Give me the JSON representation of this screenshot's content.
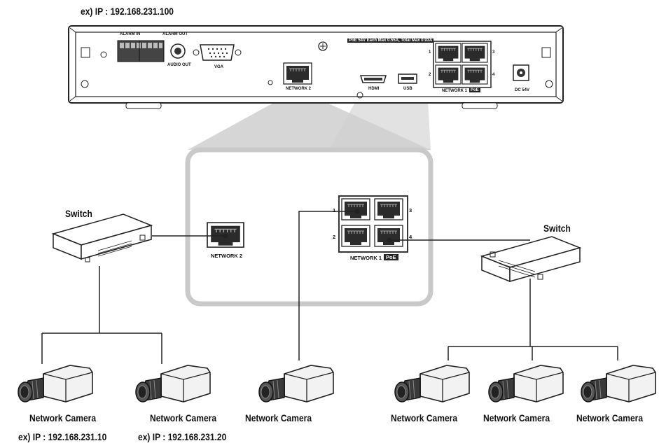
{
  "nvr": {
    "ip_label": "ex) IP : 192.168.231.100",
    "alarm_in_label": "ALARM IN",
    "alarm_out_label": "ALARM OUT",
    "audio_out_label": "AUDIO OUT",
    "vga_label": "VGA",
    "network2_label": "NETWORK 2",
    "hdmi_label": "HDMI",
    "usb_label": "USB",
    "poe_spec_label": "PoE 54V Each Max 0.55A, Total Max 0.93A",
    "network1_label": "NETWORK 1",
    "poe_badge": "PoE",
    "dc_label": "DC 54V",
    "port_numbers": [
      "1",
      "2",
      "3",
      "4"
    ]
  },
  "zoom": {
    "network2_label": "NETWORK 2",
    "network1_label": "NETWORK 1",
    "poe_badge": "PoE",
    "port_numbers": [
      "1",
      "2",
      "3",
      "4"
    ]
  },
  "switches": [
    {
      "label": "Switch"
    },
    {
      "label": "Switch"
    }
  ],
  "cameras": [
    {
      "label": "Network Camera",
      "ip": "ex) IP : 192.168.231.10"
    },
    {
      "label": "Network Camera",
      "ip": "ex) IP : 192.168.231.20"
    },
    {
      "label": "Network Camera"
    },
    {
      "label": "Network Camera"
    },
    {
      "label": "Network Camera"
    },
    {
      "label": "Network Camera"
    }
  ]
}
